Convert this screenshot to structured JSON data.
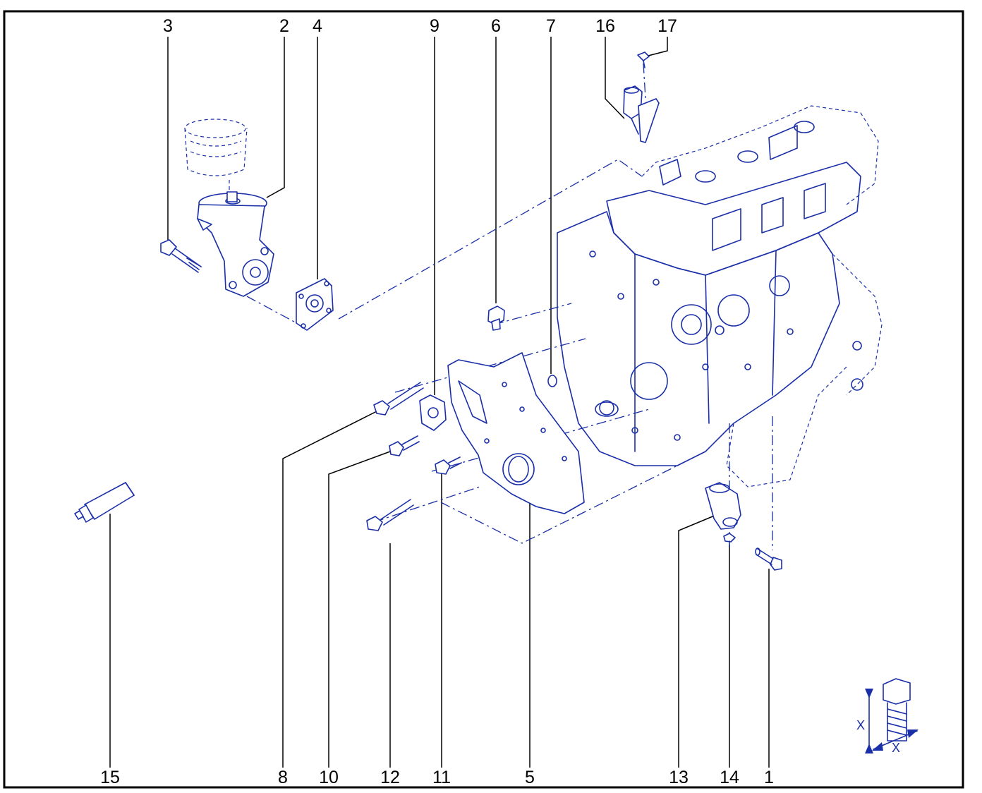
{
  "diagram": {
    "callouts": [
      "3",
      "2",
      "4",
      "9",
      "6",
      "7",
      "16",
      "17",
      "15",
      "8",
      "10",
      "12",
      "11",
      "5",
      "13",
      "14",
      "1"
    ],
    "bolt_symbol": {
      "length_label": "X",
      "diameter_label": "X"
    }
  },
  "colors": {
    "line_art": "#1a2fa8",
    "border": "#000000",
    "callout_text": "#000000",
    "background": "#ffffff"
  }
}
